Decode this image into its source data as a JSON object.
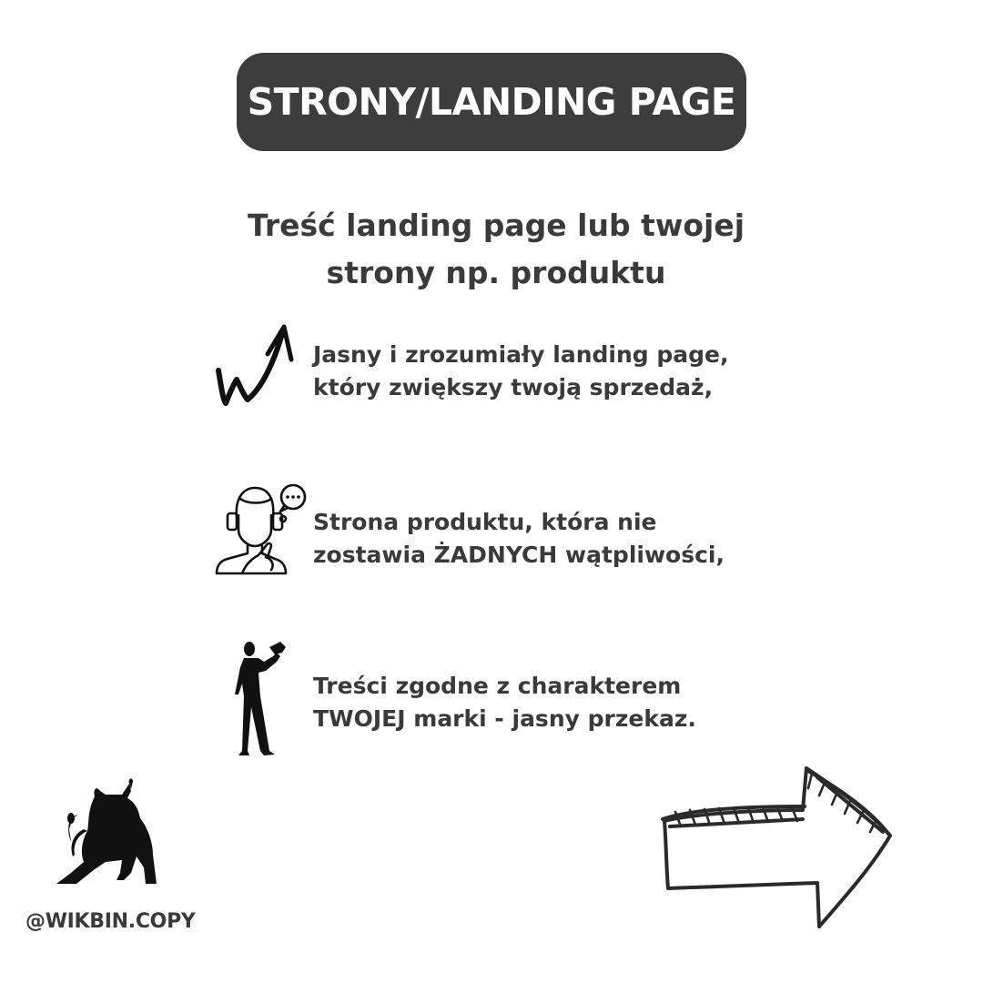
{
  "header": {
    "title": "STRONY/LANDING PAGE"
  },
  "subtitle": {
    "line1": "Treść landing page lub twojej",
    "line2": "strony np. produktu"
  },
  "items": [
    {
      "icon": "growth-arrow-icon",
      "line1": "Jasny i zrozumiały landing page,",
      "line2": "który zwiększy twoją sprzedaż,"
    },
    {
      "icon": "thinking-person-icon",
      "line1": "Strona produktu, która nie",
      "line2": "zostawia ŻADNYCH wątpliwości,"
    },
    {
      "icon": "speaking-person-icon",
      "line1": "Treści zgodne z charakterem",
      "line2": "TWOJEJ marki - jasny przekaz."
    }
  ],
  "footer": {
    "handle": "@WIKBIN.COPY",
    "logo": "bull-logo-icon",
    "next": "next-arrow-icon"
  },
  "colors": {
    "dark": "#3d3d3d",
    "text": "#3a3a3a",
    "background": "#ffffff"
  }
}
